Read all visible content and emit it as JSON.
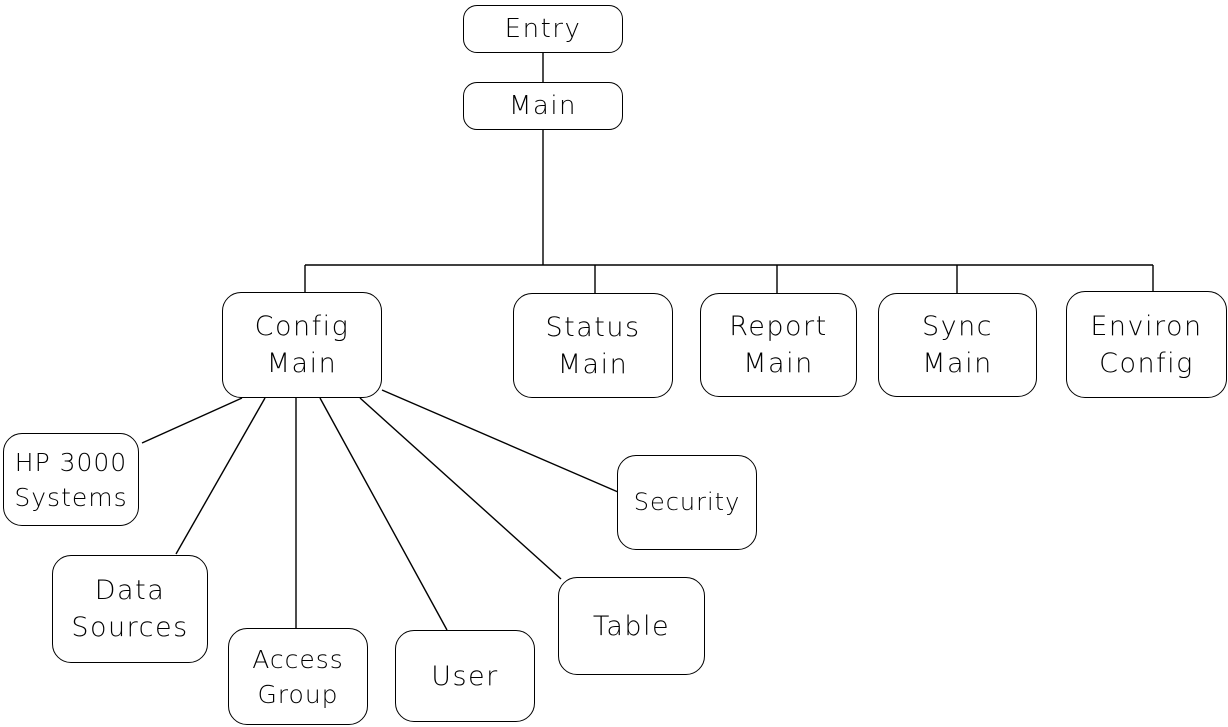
{
  "diagram": {
    "type": "tree",
    "background": "#ffffff",
    "line_color": "#000000",
    "box_border_color": "#000000",
    "box_fill": "#ffffff",
    "text_color": "#000000",
    "nodes": {
      "entry": {
        "label": "Entry",
        "lines": [
          "Entry"
        ]
      },
      "main": {
        "label": "Main",
        "lines": [
          "Main"
        ]
      },
      "config_main": {
        "label": "Config Main",
        "lines": [
          "Config",
          "Main"
        ]
      },
      "status_main": {
        "label": "Status Main",
        "lines": [
          "Status",
          "Main"
        ]
      },
      "report_main": {
        "label": "Report Main",
        "lines": [
          "Report",
          "Main"
        ]
      },
      "sync_main": {
        "label": "Sync Main",
        "lines": [
          "Sync",
          "Main"
        ]
      },
      "environ_config": {
        "label": "Environ Config",
        "lines": [
          "Environ",
          "Config"
        ]
      },
      "hp3000_systems": {
        "label": "HP 3000 Systems",
        "lines": [
          "HP 3000",
          "Systems"
        ]
      },
      "data_sources": {
        "label": "Data Sources",
        "lines": [
          "Data",
          "Sources"
        ]
      },
      "access_group": {
        "label": "Access Group",
        "lines": [
          "Access",
          "Group"
        ]
      },
      "user": {
        "label": "User",
        "lines": [
          "User"
        ]
      },
      "table": {
        "label": "Table",
        "lines": [
          "Table"
        ]
      },
      "security": {
        "label": "Security",
        "lines": [
          "Security"
        ]
      }
    },
    "edges": [
      {
        "from": "Entry",
        "to": "Main"
      },
      {
        "from": "Main",
        "to": "Config Main"
      },
      {
        "from": "Main",
        "to": "Status Main"
      },
      {
        "from": "Main",
        "to": "Report Main"
      },
      {
        "from": "Main",
        "to": "Sync Main"
      },
      {
        "from": "Main",
        "to": "Environ Config"
      },
      {
        "from": "Config Main",
        "to": "HP 3000 Systems"
      },
      {
        "from": "Config Main",
        "to": "Data Sources"
      },
      {
        "from": "Config Main",
        "to": "Access Group"
      },
      {
        "from": "Config Main",
        "to": "User"
      },
      {
        "from": "Config Main",
        "to": "Table"
      },
      {
        "from": "Config Main",
        "to": "Security"
      }
    ]
  }
}
